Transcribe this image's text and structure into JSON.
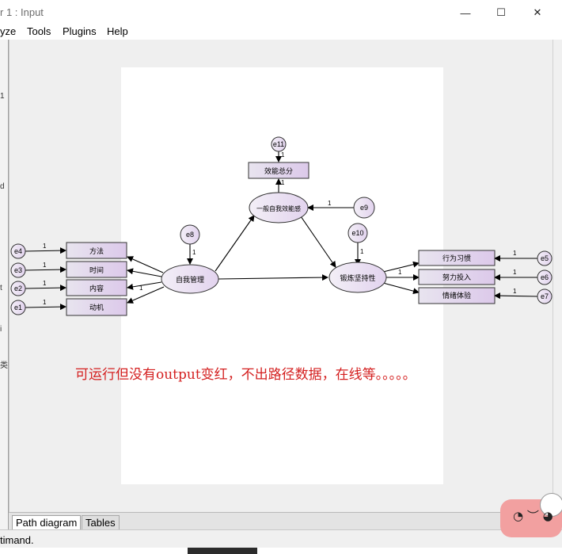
{
  "window": {
    "title_fragment": "r 1 : Input",
    "controls": {
      "minimize": "—",
      "maximize": "☐",
      "close": "✕"
    }
  },
  "menu": {
    "items": [
      "yze",
      "Tools",
      "Plugins",
      "Help"
    ]
  },
  "left_panel": {
    "fragments": [
      "1",
      "d",
      "t",
      "i",
      "类"
    ]
  },
  "diagram": {
    "observed": [
      {
        "id": "fangfa",
        "label": "方法"
      },
      {
        "id": "shijian",
        "label": "时间"
      },
      {
        "id": "neirong",
        "label": "内容"
      },
      {
        "id": "dongji",
        "label": "动机"
      },
      {
        "id": "xiaoneng",
        "label": "效能总分"
      },
      {
        "id": "xingwei",
        "label": "行为习惯"
      },
      {
        "id": "nuli",
        "label": "努力投入"
      },
      {
        "id": "qingxu",
        "label": "情绪体验"
      }
    ],
    "latent": [
      {
        "id": "ziwo",
        "label": "自我管理"
      },
      {
        "id": "yiban",
        "label": "一般自我效能感"
      },
      {
        "id": "duanlian",
        "label": "锻炼坚持性"
      }
    ],
    "errors": [
      {
        "id": "e1",
        "label": "e1"
      },
      {
        "id": "e2",
        "label": "e2"
      },
      {
        "id": "e3",
        "label": "e3"
      },
      {
        "id": "e4",
        "label": "e4"
      },
      {
        "id": "e5",
        "label": "e5"
      },
      {
        "id": "e6",
        "label": "e6"
      },
      {
        "id": "e7",
        "label": "e7"
      },
      {
        "id": "e8",
        "label": "e8"
      },
      {
        "id": "e9",
        "label": "e9"
      },
      {
        "id": "e10",
        "label": "e10"
      },
      {
        "id": "e11",
        "label": "e11"
      }
    ],
    "path_weight_label": "1",
    "annotation": "可运行但没有output变红，不出路径数据，在线等。。。。。"
  },
  "tabs": [
    "Path diagram",
    "Tables"
  ],
  "status": {
    "text": "timand."
  },
  "colors": {
    "annotation_red": "#d42020",
    "box_fill": "#e3d6ec",
    "box_border": "#333333",
    "ellipse_fill": "#ece4f3",
    "mascot_pink": "#f2a0a0"
  }
}
